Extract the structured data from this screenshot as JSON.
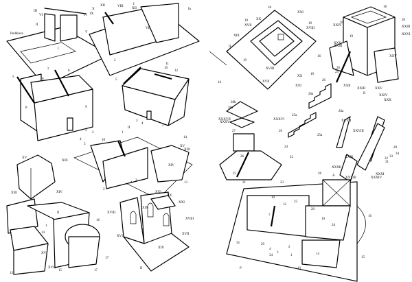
{
  "figures": [
    {
      "id": "fig-box-assembly",
      "labels": [
        "III",
        "VI",
        "II",
        "IV",
        "V",
        "Podklava",
        "I"
      ]
    },
    {
      "id": "fig-house-with-tower",
      "labels": [
        "XII",
        "X",
        "IX",
        "VIII",
        "XII",
        "I",
        "Ia",
        "VII",
        "2"
      ]
    },
    {
      "id": "fig-house-roof-ladder",
      "labels": [
        "7",
        "6",
        "6",
        "5",
        "8",
        "9",
        "2",
        "3",
        "4"
      ]
    },
    {
      "id": "fig-house-top-view",
      "labels": [
        "11",
        "10",
        "12",
        "5",
        "3",
        "4",
        "2",
        "II",
        "1",
        "10",
        "14"
      ]
    },
    {
      "id": "fig-house-with-annex",
      "labels": [
        "5",
        "XV",
        "XIII",
        "XIV",
        "13",
        "3",
        "4",
        "2"
      ]
    },
    {
      "id": "fig-annex-piece",
      "labels": [
        "XV",
        "XIII",
        "XIII",
        "XIV"
      ]
    },
    {
      "id": "fig-round-annex",
      "labels": [
        "II",
        "16",
        "1",
        "14",
        "XVI",
        "17",
        "XVIa",
        "15",
        "17",
        "13"
      ]
    },
    {
      "id": "fig-tower-walls",
      "labels": [
        "XXI",
        "XX",
        "XXI",
        "XVIII",
        "XIX",
        "XVIII",
        "XVII",
        "XVII",
        "XIX",
        "II"
      ]
    },
    {
      "id": "fig-tower-top-view",
      "labels": [
        "18",
        "XXI",
        "XX",
        "19",
        "XVII",
        "XIX",
        "II",
        "19",
        "XVIII",
        "16",
        "19",
        "XVIII",
        "19",
        "XX",
        "XVII",
        "XXI",
        "14"
      ]
    },
    {
      "id": "fig-tower-exploded",
      "labels": [
        "18",
        "20",
        "XXIV",
        "20",
        "XXIII",
        "XXVI",
        "19",
        "XXV",
        "XXIII",
        "XXV",
        "26",
        "25",
        "XXII",
        "XXIII",
        "II",
        "XXV",
        "XXIV"
      ]
    },
    {
      "id": "fig-stairs",
      "labels": [
        "26",
        "26a",
        "26a",
        "25a",
        "25a",
        "XXX",
        "XXVII",
        "XXVIII"
      ]
    },
    {
      "id": "fig-roof-exploded",
      "labels": [
        "28b",
        "28a",
        "XXXVII",
        "XXXV",
        "XXXVI",
        "27",
        "20",
        "24",
        "22",
        "26",
        "25",
        "21",
        "23"
      ]
    },
    {
      "id": "fig-stairs-right",
      "labels": [
        "29",
        "34",
        "33",
        "32",
        "31",
        "XXIX",
        "XXXII",
        "XXXIII",
        "XXXIV",
        "XXXI"
      ]
    },
    {
      "id": "fig-complete-castle",
      "labels": [
        "28",
        "A",
        "10",
        "25",
        "12",
        "20",
        "7",
        "19",
        "24",
        "16",
        "35",
        "29",
        "4",
        "3",
        "2",
        "1",
        "34",
        "14",
        "15",
        "13",
        "P"
      ]
    }
  ]
}
